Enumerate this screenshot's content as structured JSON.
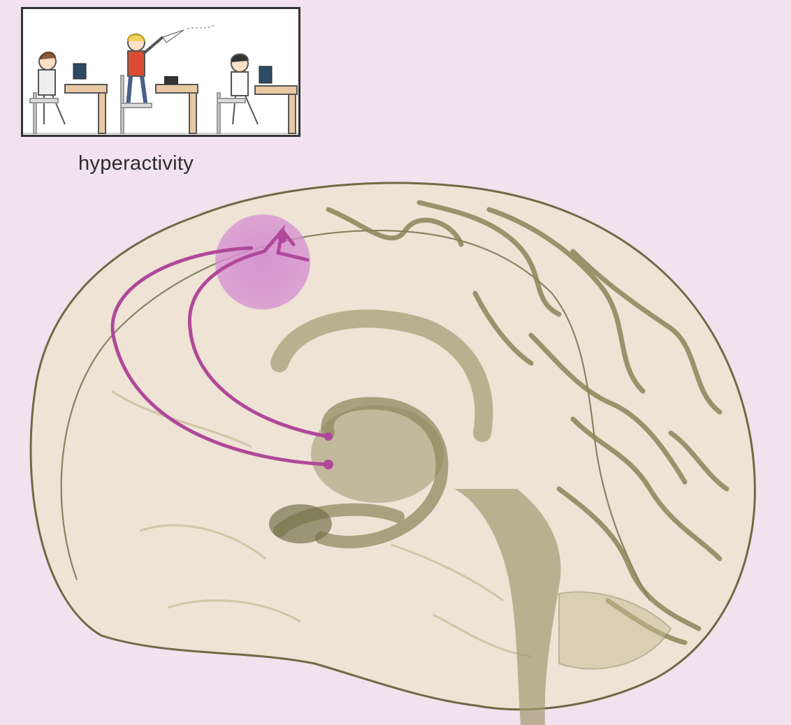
{
  "figure": {
    "inset_caption": "hyperactivity"
  },
  "colors": {
    "background": "#f1e2ee",
    "brain_fill": "#ede3d0",
    "brain_outline": "#6f6a45",
    "sulci": "#8c8458",
    "pathway": "#b0489a",
    "highlight": "#d58fd0"
  },
  "icons": [
    "classroom-illustration",
    "brain-illustration",
    "motor-cortex-highlight",
    "neural-pathway-arrows"
  ]
}
